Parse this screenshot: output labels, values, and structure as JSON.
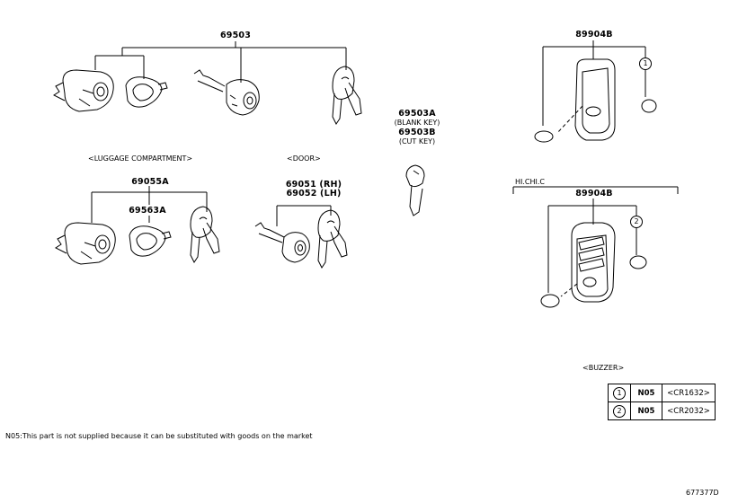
{
  "parts": {
    "p69503": "69503",
    "p89904B_top": "89904B",
    "p69503A": "69503A",
    "blank_key": "(BLANK KEY)",
    "p69503B": "69503B",
    "cut_key": "(CUT KEY)",
    "luggage": "<LUGGAGE COMPARTMENT>",
    "door": "<DOOR>",
    "p69055A": "69055A",
    "p69563A": "69563A",
    "p69051": "69051 (RH)",
    "p69052": "69052 (LH)",
    "hichlc": "HI.CHI.C",
    "p89904B_bot": "89904B"
  },
  "callouts": {
    "c1": "1",
    "c2": "2"
  },
  "buzzer": {
    "title": "<BUZZER>",
    "rows": [
      {
        "num": "1",
        "code": "N05",
        "battery": "<CR1632>"
      },
      {
        "num": "2",
        "code": "N05",
        "battery": "<CR2032>"
      }
    ]
  },
  "footnote": "N05:This part is not supplied because it can be substituted with goods on the market",
  "diagram_id": "677377D"
}
